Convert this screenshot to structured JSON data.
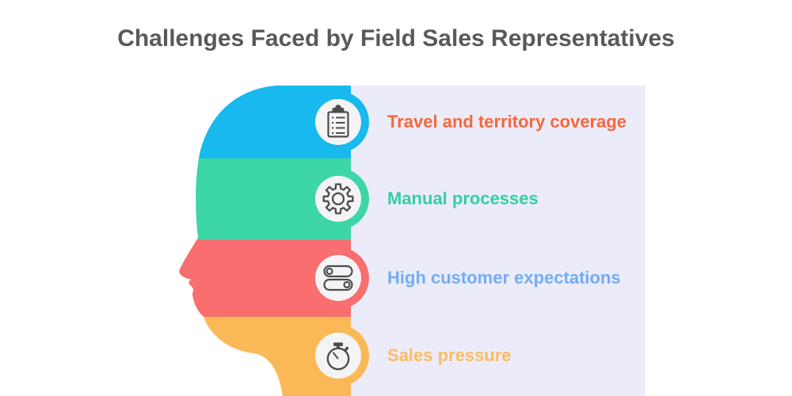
{
  "title": "Challenges Faced by Field Sales Representatives",
  "colors": {
    "page_background": "#FFFFFF",
    "title_text": "#59595B",
    "panel_background": "#ECEBF9",
    "icon_circle_fill": "#F4F4F6",
    "icon_stroke": "#4C4C4C"
  },
  "challenges": [
    {
      "label": "Travel and territory coverage",
      "band_color": "#17B9EE",
      "label_color": "#F4683D",
      "icon": "clipboard-checklist-icon"
    },
    {
      "label": "Manual processes",
      "band_color": "#3DD6A6",
      "label_color": "#32D1A2",
      "icon": "gear-icon"
    },
    {
      "label": "High customer expectations",
      "band_color": "#F96E6E",
      "label_color": "#73ADF3",
      "icon": "toggle-switches-icon"
    },
    {
      "label": "Sales pressure",
      "band_color": "#FBB857",
      "label_color": "#FBBC5F",
      "icon": "stopwatch-icon"
    }
  ]
}
